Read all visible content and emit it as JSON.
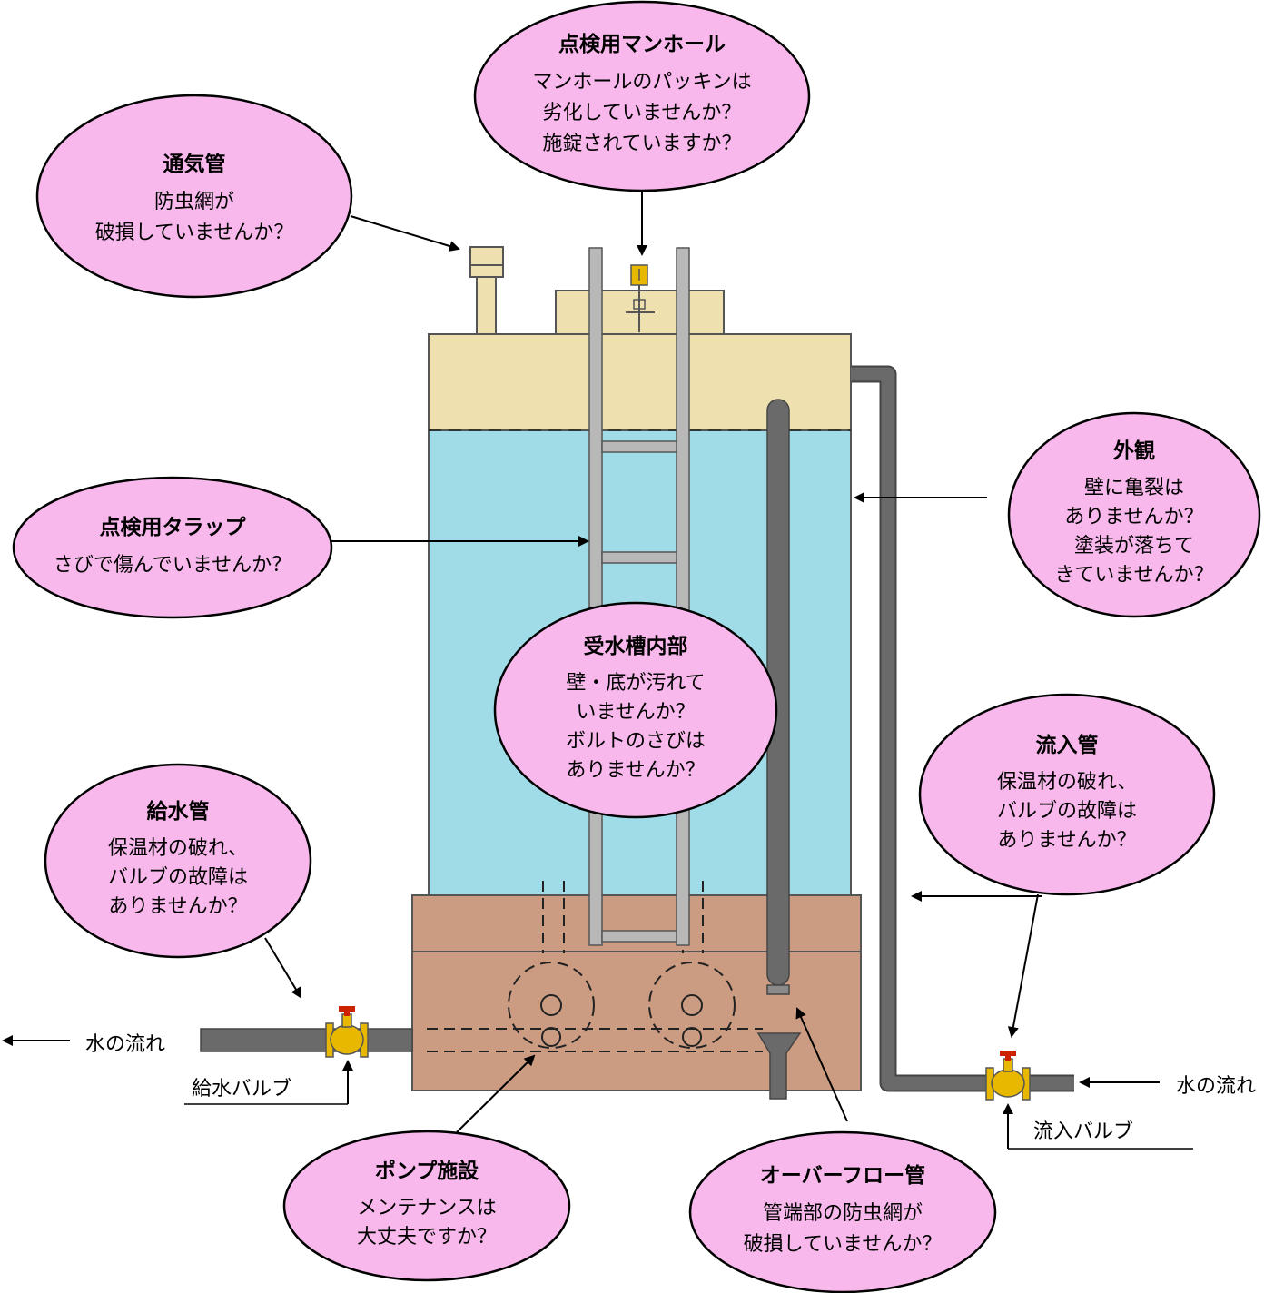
{
  "callouts": {
    "manhole": {
      "title": "点検用マンホール",
      "lines": [
        "マンホールのパッキンは",
        "劣化していませんか？",
        "施錠されていますか？"
      ]
    },
    "vent": {
      "title": "通気管",
      "lines": [
        "防虫網が",
        "破損していませんか？"
      ]
    },
    "ladder": {
      "title": "点検用タラップ",
      "lines": [
        "さびで傷んでいませんか？"
      ]
    },
    "exterior": {
      "title": "外観",
      "lines": [
        "壁に亀裂は",
        "ありませんか？",
        "塗装が落ちて",
        "きていませんか？"
      ]
    },
    "interior": {
      "title": "受水槽内部",
      "lines": [
        "壁・底が汚れて",
        "いませんか？",
        "ボルトのさびは",
        "ありませんか？"
      ]
    },
    "inflow_pipe": {
      "title": "流入管",
      "lines": [
        "保温材の破れ、",
        "バルブの故障は",
        "ありませんか？"
      ]
    },
    "supply_pipe": {
      "title": "給水管",
      "lines": [
        "保温材の破れ、",
        "バルブの故障は",
        "ありませんか？"
      ]
    },
    "pump": {
      "title": "ポンプ施設",
      "lines": [
        "メンテナンスは",
        "大丈夫ですか？"
      ]
    },
    "overflow": {
      "title": "オーバーフロー管",
      "lines": [
        "管端部の防虫網が",
        "破損していませんか？"
      ]
    }
  },
  "labels": {
    "flow_left": "水の流れ",
    "flow_right": "水の流れ",
    "supply_valve": "給水バルブ",
    "inflow_valve": "流入バルブ"
  },
  "colors": {
    "callout_fill": "#f8b8ec",
    "tank_top": "#efe0b0",
    "water": "#a0dbe8",
    "base": "#cc9c82",
    "pipe": "#6a6a6a",
    "ladder": "#b8b8b8",
    "valve": "#e8b800",
    "valve_handle": "#cc2200"
  }
}
